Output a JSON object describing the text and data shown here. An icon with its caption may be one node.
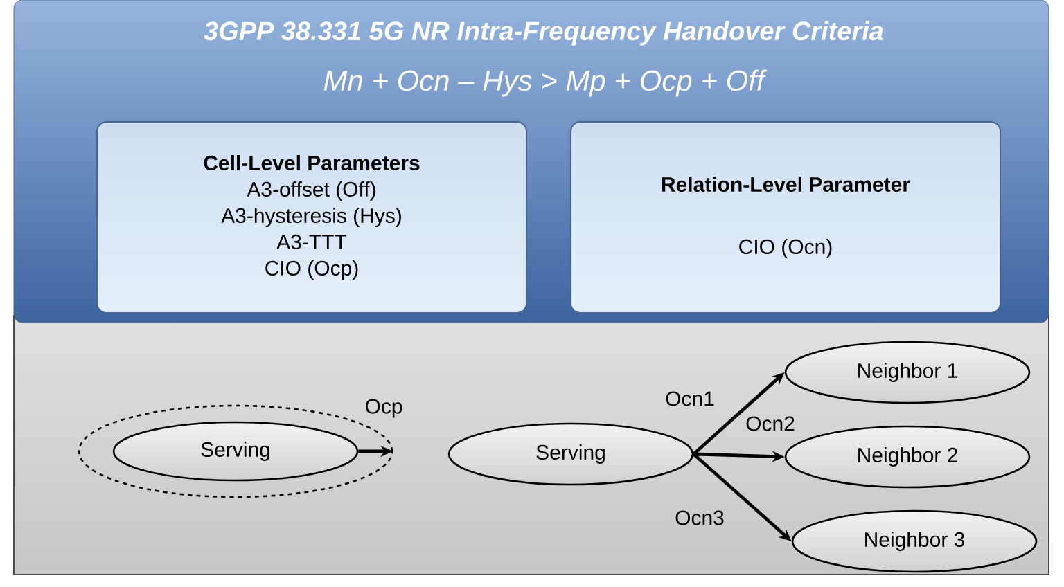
{
  "diagram": {
    "nodes": [
      {
        "text": [
          "3GPP 38.331 5G NR Intra-Frequency Handover Criteria",
          "Mn + Ocn – Hys > Mp + Ocp + Off"
        ]
      },
      {
        "text": [
          "Cell-Level Parameters",
          "A3-offset (Off)",
          "A3-hysteresis (Hys)",
          "A3-TTT",
          "CIO (Ocp)"
        ],
        "in": 0
      },
      {
        "text": [
          "Relation-Level Parameter",
          "CIO (Ocn)"
        ],
        "in": 0
      },
      {
        "text": [],
        "shape": "ellipse"
      },
      {
        "text": [
          "Serving"
        ],
        "in": 3
      },
      {
        "text": [
          "Serving"
        ]
      },
      {
        "text": [
          "Neighbor 1"
        ]
      },
      {
        "text": [
          "Neighbor 2"
        ]
      },
      {
        "text": [
          "Neighbor 3"
        ]
      }
    ],
    "edges": [
      {
        "from": 4,
        "to": 3,
        "arrow": "to",
        "label": "Ocp"
      },
      {
        "from": 5,
        "to": 6,
        "arrow": "to",
        "label": "Ocn1"
      },
      {
        "from": 5,
        "to": 7,
        "arrow": "to",
        "label": "Ocn2"
      },
      {
        "from": 5,
        "to": 8,
        "arrow": "to",
        "label": "Ocn3"
      }
    ]
  }
}
